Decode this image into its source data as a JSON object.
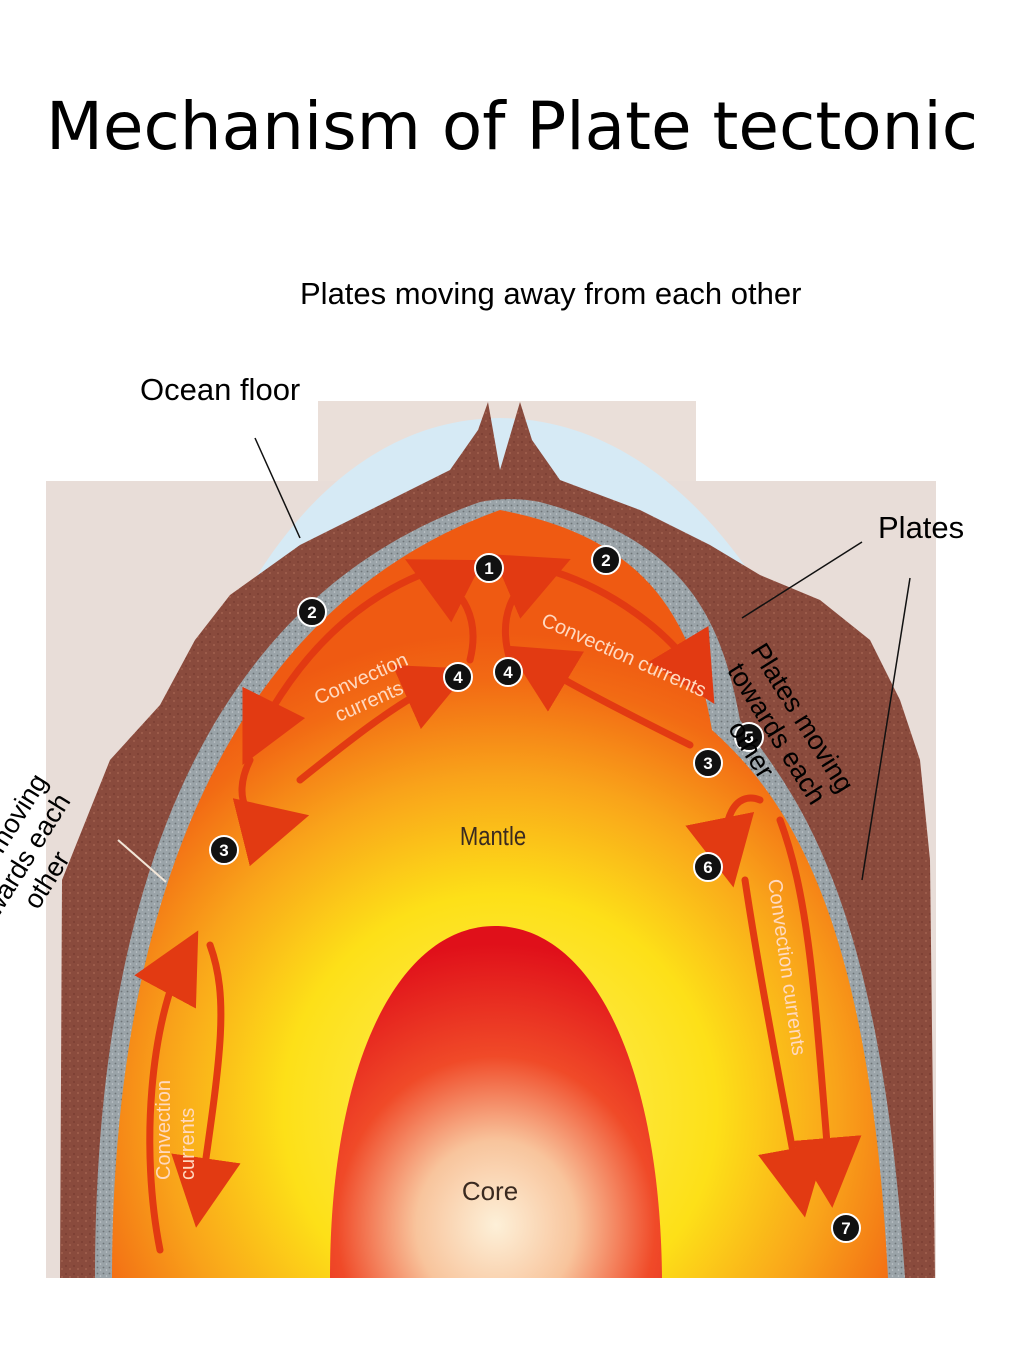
{
  "slide": {
    "title": "Mechanism of Plate tectonic",
    "subtitle": "Plates moving away from each other"
  },
  "labels": {
    "ocean_floor": "Ocean floor",
    "plates": "Plates",
    "plates_moving_right": "Plates moving\ntowards each\nother",
    "plates_moving_left": "Plates moving\ntowards each\nother",
    "mantle": "Mantle",
    "core": "Core",
    "convection_currents": "Convection currents",
    "convection_currents_left_top": "Convection\ncurrents",
    "convection_currents_left_bottom": "Convection\ncurrents"
  },
  "markers": [
    "1",
    "2",
    "2",
    "3",
    "3",
    "4",
    "4",
    "5",
    "6",
    "7"
  ],
  "colors": {
    "crust": "#8a4a3c",
    "mantle_outer": "#f05a14",
    "mantle_inner": "#fde018",
    "core_outer": "#e8141a",
    "core_inner": "#fbe8c8",
    "ocean": "#d7ecf6",
    "arrow": "#e23a12"
  }
}
